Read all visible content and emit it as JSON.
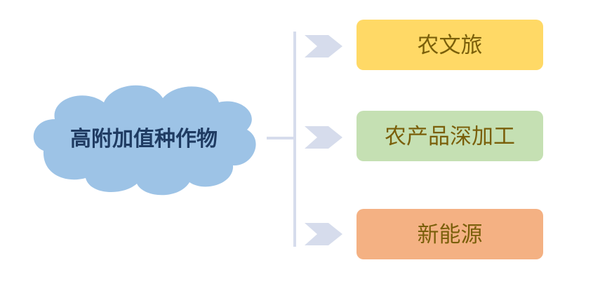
{
  "center": {
    "label": "高附加值种作物"
  },
  "branches": [
    {
      "label": "农文旅",
      "color": "#ffd966"
    },
    {
      "label": "农产品深加工",
      "color": "#c5e0b3"
    },
    {
      "label": "新能源",
      "color": "#f4b183"
    }
  ],
  "colors": {
    "cloud_fill": "#9dc3e6",
    "cloud_text": "#1f3b62",
    "connector": "#d6dcec",
    "arrow": "#d6dcec",
    "box_text": "#7a5f0a"
  }
}
